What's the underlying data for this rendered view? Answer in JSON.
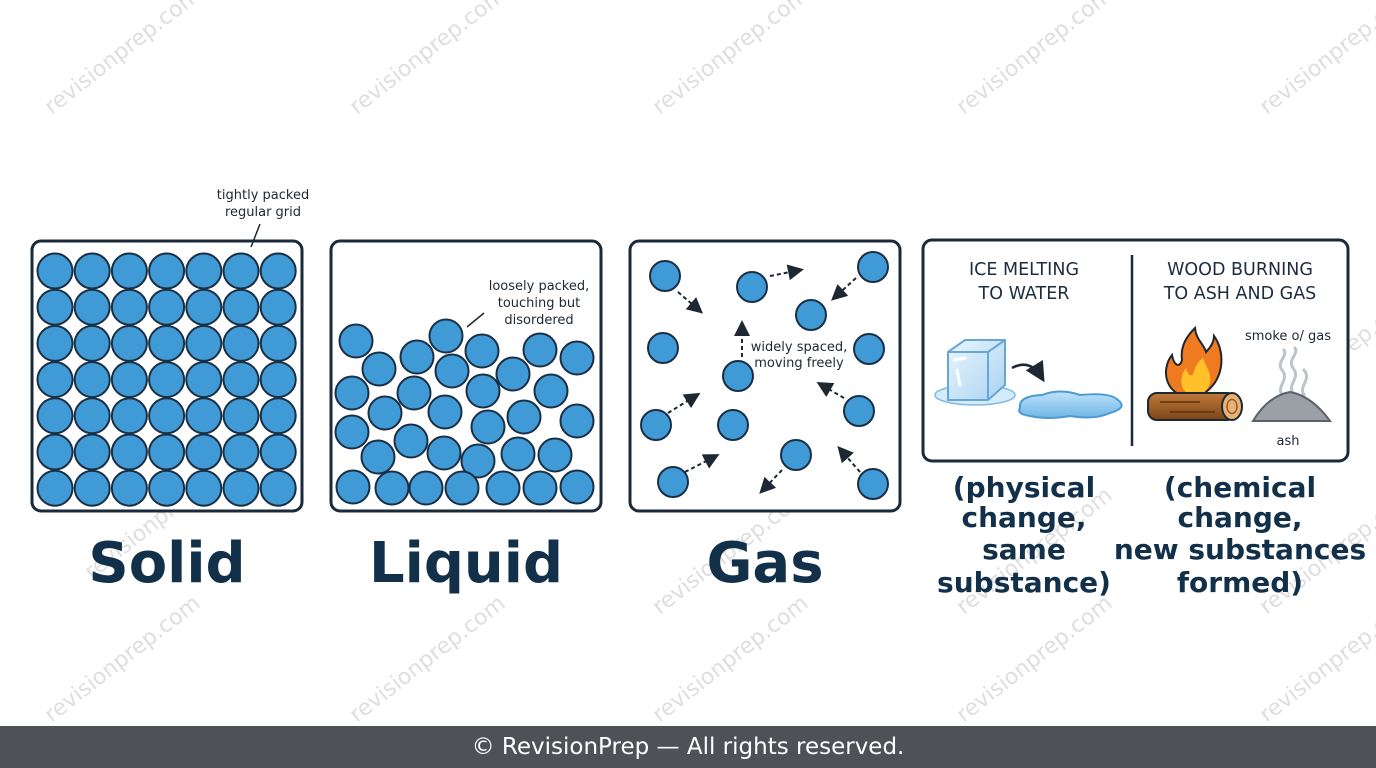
{
  "watermark_text": "revisionprep.com",
  "footer": {
    "text": "© RevisionPrep — All rights reserved."
  },
  "colors": {
    "particle": "#3f9ad6",
    "particle_edge": "#1b2f44",
    "frame": "#1b2a3a",
    "label": "#123049"
  },
  "panels": {
    "solid": {
      "title": "Solid",
      "note": [
        "tightly packed",
        "regular grid"
      ]
    },
    "liquid": {
      "title": "Liquid",
      "note": [
        "loosely packed,",
        "touching but",
        "disordered"
      ]
    },
    "gas": {
      "title": "Gas",
      "note": [
        "widely spaced,",
        "moving freely"
      ]
    }
  },
  "changes": {
    "physical": {
      "heading": [
        "ICE MELTING",
        "TO WATER"
      ],
      "caption": [
        "(physical",
        "change,",
        "same",
        "substance)"
      ],
      "icons": [
        "ice-cube-icon",
        "arrow-icon",
        "water-puddle-icon"
      ]
    },
    "chemical": {
      "heading": [
        "WOOD BURNING",
        "TO ASH AND GAS"
      ],
      "caption": [
        "(chemical",
        "change,",
        "new substances",
        "formed)"
      ],
      "labels": {
        "smoke": "smoke o/ gas",
        "ash": "ash"
      },
      "icons": [
        "fire-icon",
        "log-icon",
        "smoke-icon",
        "ash-pile-icon"
      ]
    }
  }
}
